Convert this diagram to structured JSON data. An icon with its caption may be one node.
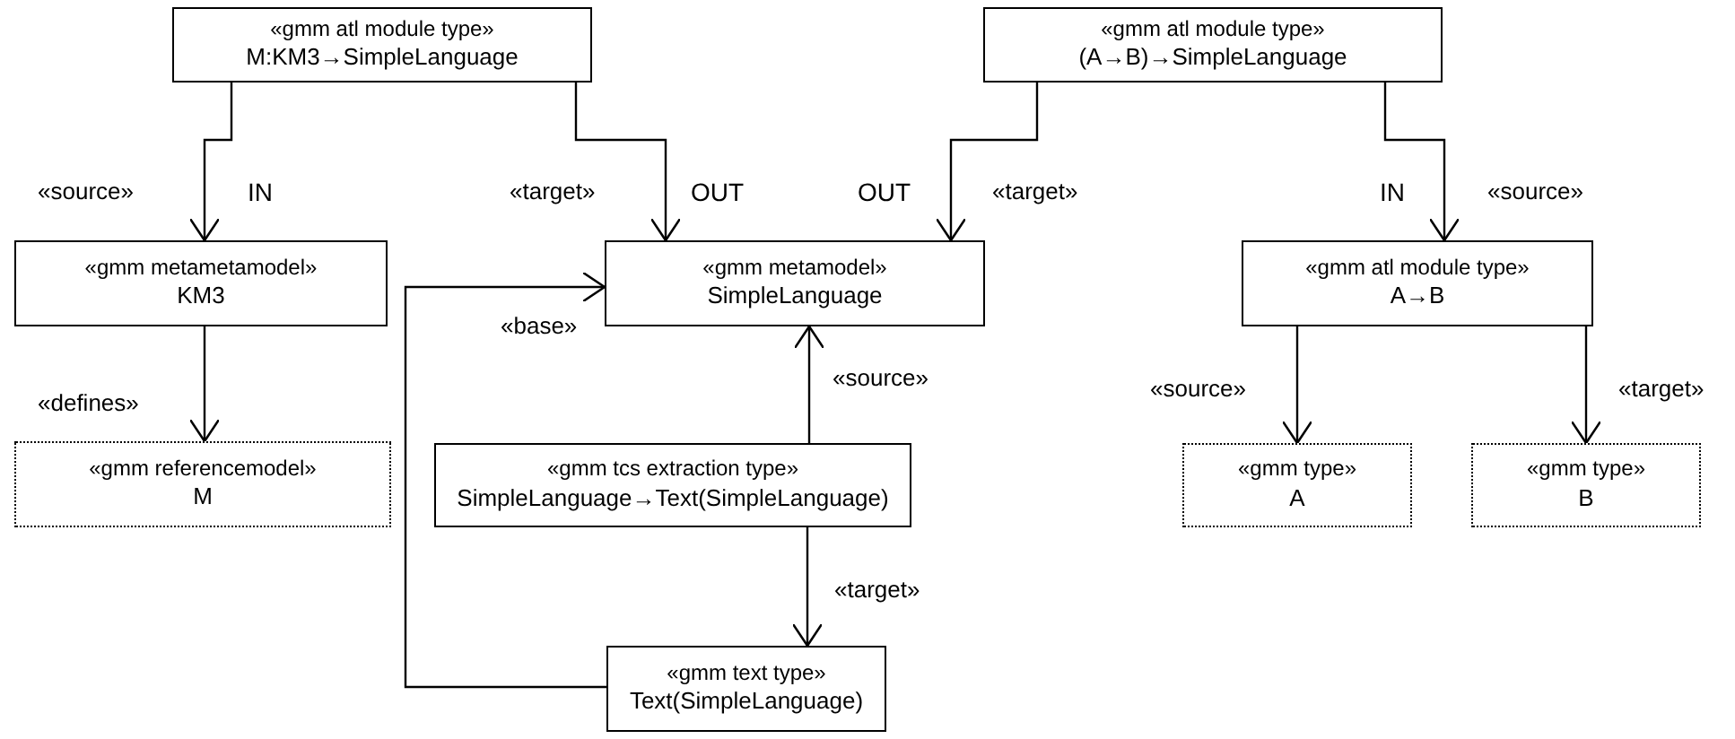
{
  "diagram": {
    "nodes": [
      {
        "text": [
          "«gmm atl module type»",
          "M:KM3→SimpleLanguage"
        ]
      },
      {
        "text": [
          "«gmm atl module type»",
          "(A→B)→SimpleLanguage"
        ]
      },
      {
        "text": [
          "«gmm metametamodel»",
          "KM3"
        ]
      },
      {
        "text": [
          "«gmm metamodel»",
          "SimpleLanguage"
        ]
      },
      {
        "text": [
          "«gmm atl module type»",
          "A→B"
        ]
      },
      {
        "text": [
          "«gmm referencemodel»",
          "M"
        ]
      },
      {
        "text": [
          "«gmm tcs extraction type»",
          "SimpleLanguage→Text(SimpleLanguage)"
        ]
      },
      {
        "text": [
          "«gmm type»",
          "A"
        ]
      },
      {
        "text": [
          "«gmm type»",
          "B"
        ]
      },
      {
        "text": [
          "«gmm text type»",
          "Text(SimpleLanguage)"
        ]
      }
    ],
    "edges": [
      {
        "from": 0,
        "to": 2,
        "arrow": "to",
        "label": "«source»"
      },
      {
        "from": 0,
        "to": 3,
        "arrow": "to",
        "label": "«target»"
      },
      {
        "from": 1,
        "to": 3,
        "arrow": "to",
        "label": "«target»"
      },
      {
        "from": 1,
        "to": 4,
        "arrow": "to",
        "label": "«source»"
      },
      {
        "from": 2,
        "to": 5,
        "arrow": "to",
        "label": "«defines»"
      },
      {
        "from": 6,
        "to": 3,
        "arrow": "to",
        "label": "«source»"
      },
      {
        "from": 6,
        "to": 9,
        "arrow": "to",
        "label": "«target»"
      },
      {
        "from": 9,
        "to": 3,
        "arrow": "to",
        "label": "«base»"
      },
      {
        "from": 4,
        "to": 7,
        "arrow": "to",
        "label": "«source»"
      },
      {
        "from": 4,
        "to": 8,
        "arrow": "to",
        "label": "«target»"
      }
    ],
    "labels": [
      "IN",
      "OUT",
      "OUT",
      "IN"
    ]
  }
}
